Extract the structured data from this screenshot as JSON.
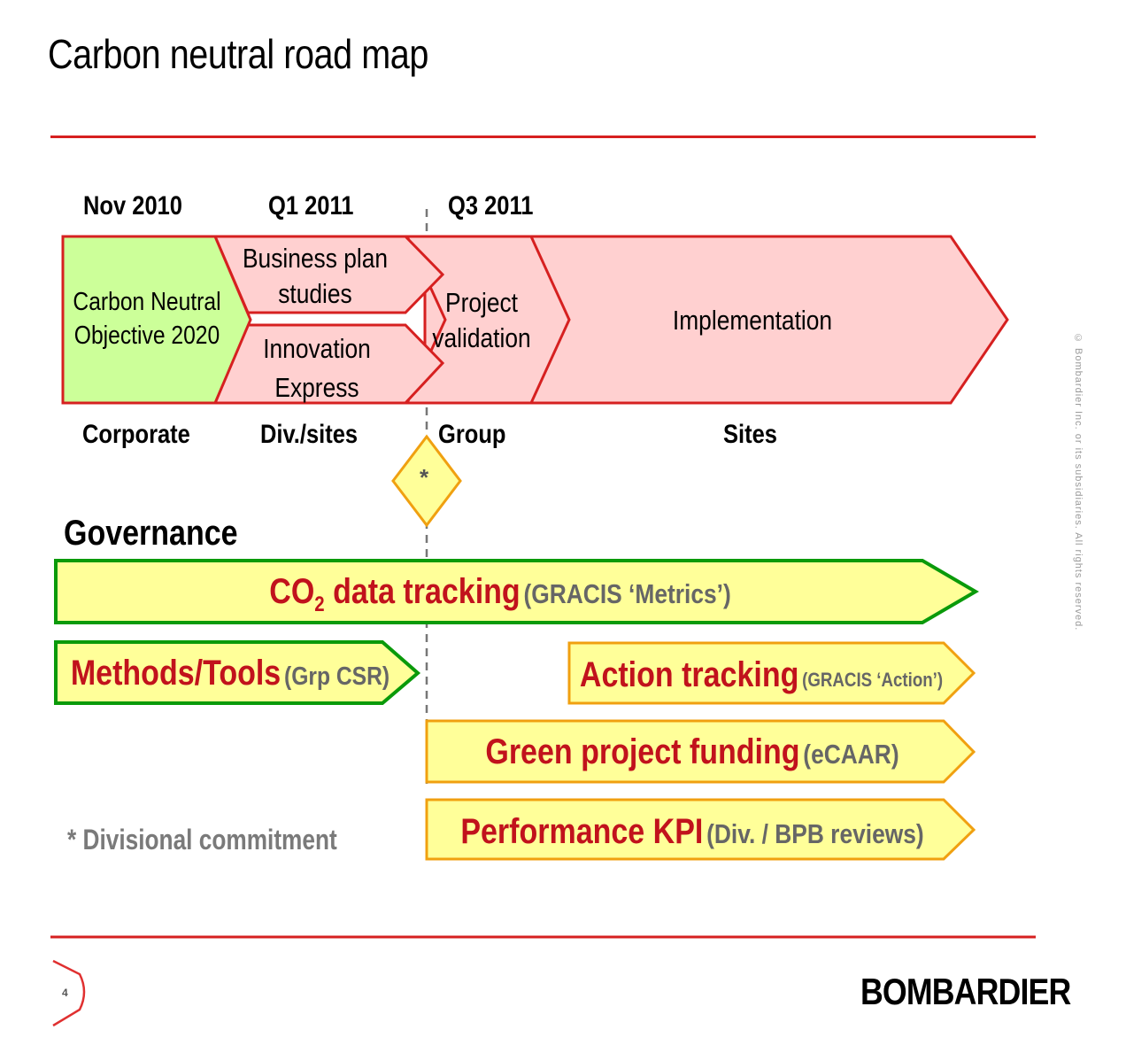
{
  "slide": {
    "title": "Carbon neutral road map",
    "page_number": "4",
    "logo_text": "BOMBARDIER",
    "side_copyright": "© Bombardier Inc. or its subsidiaries. All rights reserved."
  },
  "roadmap": {
    "dates": [
      "Nov 2010",
      "Q1 2011",
      "Q3 2011"
    ],
    "phases": {
      "objective": "Carbon Neutral Objective 2020",
      "objective_lines": [
        "Carbon Neutral",
        "Objective 2020"
      ],
      "business_plan_lines": [
        "Business plan",
        "studies"
      ],
      "innovation_lines": [
        "Innovation",
        "Express"
      ],
      "validation_lines": [
        "Project",
        "validation"
      ],
      "implementation": "Implementation"
    },
    "owners": [
      "Corporate",
      "Div./sites",
      "Group",
      "Sites"
    ],
    "milestone_marker": "*"
  },
  "governance": {
    "heading": "Governance",
    "bars": [
      {
        "main": "CO",
        "sub": "2",
        "main_rest": " data tracking",
        "detail": "(GRACIS ‘Metrics’)"
      },
      {
        "main": "Methods/Tools",
        "detail": "(Grp CSR)"
      },
      {
        "main": "Action tracking",
        "detail": "(GRACIS ‘Action’)"
      },
      {
        "main": "Green project funding",
        "detail": "(eCAAR)"
      },
      {
        "main": "Performance KPI",
        "detail": "(Div. / BPB reviews)"
      }
    ],
    "footnote": "* Divisional commitment"
  },
  "colors": {
    "rule": "#d62020",
    "phase_fill": "#ffd0d0",
    "phase_stroke": "#d62020",
    "objective_fill": "#ccff99",
    "bar_fill": "#ffff99",
    "green_border": "#0a9a0a",
    "orange_border": "#f0a010",
    "red_text": "#c1121c"
  }
}
